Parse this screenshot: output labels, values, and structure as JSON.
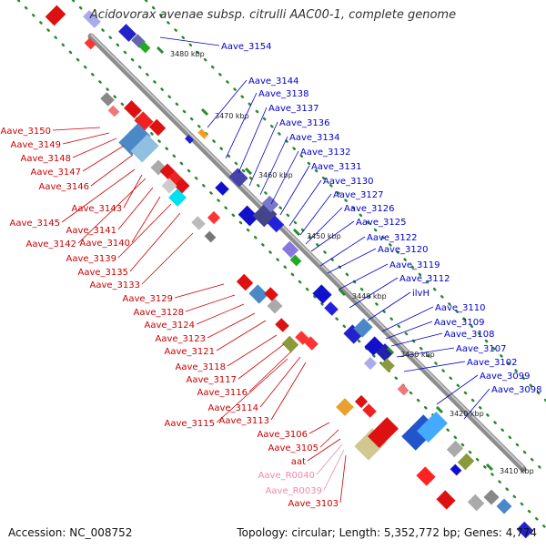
{
  "title": "Acidovorax avenae subsp. citrulli AAC00-1, complete genome",
  "footer": {
    "accession": "Accession: NC_008752",
    "summary": "Topology: circular; Length: 5,352,772 bp; Genes: 4,774"
  },
  "ticks": [
    "3480 kbp",
    "3470 kbp",
    "3460 kbp",
    "3450 kbp",
    "3440 kbp",
    "3430 kbp",
    "3420 kbp",
    "3410 kbp"
  ],
  "right_labels": [
    "Aave_3154",
    "Aave_3144",
    "Aave_3138",
    "Aave_3137",
    "Aave_3136",
    "Aave_3134",
    "Aave_3132",
    "Aave_3131",
    "Aave_3130",
    "Aave_3127",
    "Aave_3126",
    "Aave_3125",
    "Aave_3122",
    "Aave_3120",
    "Aave_3119",
    "Aave_3112",
    "ilvH",
    "Aave_3110",
    "Aave_3109",
    "Aave_3108",
    "Aave_3107",
    "Aave_3102",
    "Aave_3099",
    "Aave_3098"
  ],
  "left_labels": [
    "Aave_3150",
    "Aave_3149",
    "Aave_3148",
    "Aave_3147",
    "Aave_3146",
    "Aave_3143",
    "Aave_3145",
    "Aave_3141",
    "Aave_3142",
    "Aave_3140",
    "Aave_3139",
    "Aave_3135",
    "Aave_3133",
    "Aave_3129",
    "Aave_3128",
    "Aave_3124",
    "Aave_3123",
    "Aave_3121",
    "Aave_3118",
    "Aave_3117",
    "Aave_3116",
    "Aave_3114",
    "Aave_3113",
    "Aave_3115",
    "Aave_3106",
    "Aave_3105",
    "aat",
    "Aave_R0040",
    "Aave_R0039",
    "Aave_3103"
  ],
  "colors": {
    "forward_label": "#0000cc",
    "reverse_label": "#cc0000",
    "rna_label": "#ee88aa",
    "backbone": "#8c8c8c",
    "tick_dot": "#2a8a2a"
  }
}
